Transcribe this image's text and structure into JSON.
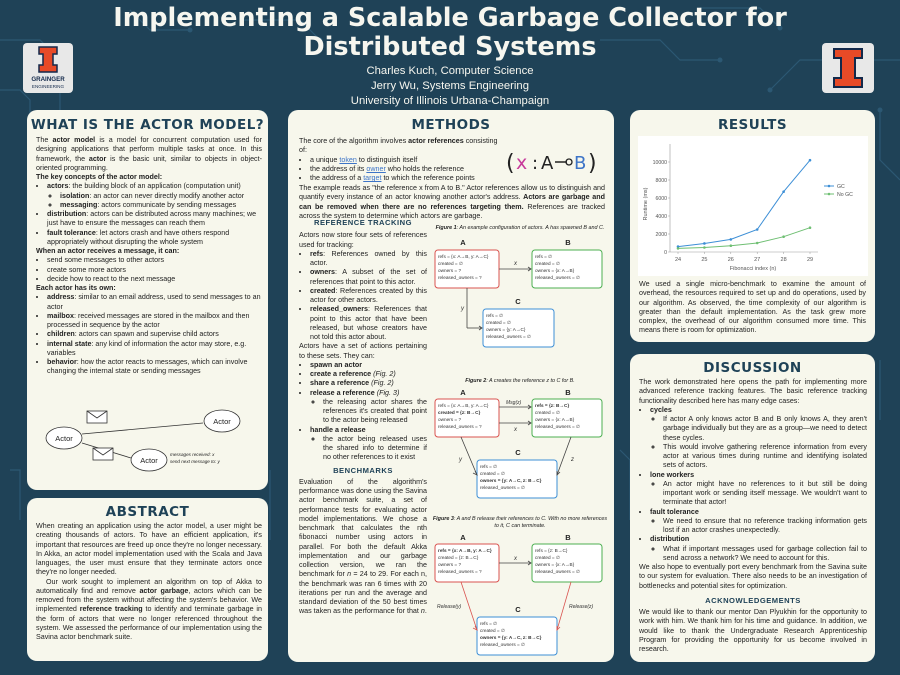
{
  "title": "Implementing a Scalable Garbage Collector for Distributed Systems",
  "authors": [
    "Charles Kuch, Computer Science",
    "Jerry Wu, Systems Engineering",
    "University of Illinois Urbana-Champaign"
  ],
  "logo_left_text": "GRAINGER\nENGINEERING",
  "actor_model": {
    "heading": "WHAT IS THE ACTOR MODEL?",
    "intro_pre": "The ",
    "intro_b1": "actor model",
    "intro_mid": " is a model for concurrent computation used for designing applications that perform multiple tasks at once. In this framework, the ",
    "intro_b2": "actor",
    "intro_post": " is the basic unit, similar to objects in object-oriented programming.",
    "key_concepts_label": "The key concepts of the actor model:",
    "concepts": [
      {
        "b": "actors",
        "t": ": the building block of an application (computation unit)"
      },
      {
        "b": "isolation",
        "t": ": an actor can never directly modify another actor",
        "sub": true
      },
      {
        "b": "messaging",
        "t": ": actors communicate by sending messages",
        "sub": true
      },
      {
        "b": "distribution",
        "t": ": actors can be distributed across many machines; we just have to ensure the messages can reach them"
      },
      {
        "b": "fault tolerance",
        "t": ": let actors crash and have others respond appropriately without disrupting the whole system"
      }
    ],
    "receives_label": "When an actor receives a message, it can:",
    "receives": [
      "send some messages to other actors",
      "create some more actors",
      "decide how to react to the next message"
    ],
    "owns_label": "Each actor has its own:",
    "owns": [
      {
        "b": "address",
        "t": ": similar to an email address, used to send messages to an actor"
      },
      {
        "b": "mailbox",
        "t": ": received messages are stored in the mailbox and then processed in sequence by the actor"
      },
      {
        "b": "children",
        "t": ": actors can spawn and supervise child actors"
      },
      {
        "b": "internal state",
        "t": ": any kind of information the actor may store, e.g. variables"
      },
      {
        "b": "behavior",
        "t": ": how the actor reacts to messages, which can involve changing the internal state or sending messages"
      }
    ],
    "diagram": {
      "actor_label": "Actor",
      "messages_received": "messages received: x",
      "next_message": "send next message to: y"
    }
  },
  "abstract": {
    "heading": "ABSTRACT",
    "p1": "When creating an application using the actor model, a user might be creating thousands of actors. To have an efficient application, it's important that resources are freed up once they're no longer necessary. In Akka, an actor model implementation used with the Scala and Java languages, the user must ensure that they terminate actors once they're no longer needed.",
    "p2_a": "Our work sought to implement an algorithm on top of Akka to automatically find and remove ",
    "p2_b1": "actor garbage",
    "p2_c": ", actors which can be removed from the system without affecting the system's behavior. We implemented ",
    "p2_b2": "reference tracking",
    "p2_d": " to identify and terminate garbage in the form of actors that were no longer referenced throughout the system. We assessed the performance of our implementation using the Savina actor benchmark suite."
  },
  "methods": {
    "heading": "METHODS",
    "intro_a": "The core of the algorithm involves ",
    "intro_b": "actor references",
    "intro_c": " consisting of:",
    "bullets": [
      {
        "pre": "a unique ",
        "link": "token",
        "post": " to distinguish itself"
      },
      {
        "pre": "the address of its ",
        "link": "owner",
        "post": " who holds the reference"
      },
      {
        "pre": "the address of a ",
        "link": "target",
        "post": " to which the reference points"
      }
    ],
    "formula": {
      "x": "x",
      "a": "A",
      "b": "B"
    },
    "example_text": "The example reads as \"the reference x from A to B.\" Actor references allow us to distinguish and quantify every instance of an actor knowing another actor's address. ",
    "example_bold": "Actors are garbage and can be removed when there are no references targeting them.",
    "example_tail": " References are tracked across the system to determine which actors are garbage.",
    "ref_tracking_heading": "REFERENCE TRACKING",
    "rt_intro": "Actors now store four sets of references used for tracking:",
    "rt_sets": [
      {
        "b": "refs",
        "t": ": References owned by this actor."
      },
      {
        "b": "owners",
        "t": ": A subset of the set of references that point to this actor."
      },
      {
        "b": "created",
        "t": ": References created by this actor for other actors."
      },
      {
        "b": "released_owners",
        "t": ": References that point to this actor that have been released, but whose creators have not told this actor about."
      }
    ],
    "ops_intro": "Actors have a set of actions pertaining to these sets. They can:",
    "ops": [
      {
        "b": "spawn an actor",
        "i": ""
      },
      {
        "b": "create a reference",
        "i": " (Fig. 2)"
      },
      {
        "b": "share a reference",
        "i": " (Fig. 2)"
      },
      {
        "b": "release a reference",
        "i": " (Fig. 3)"
      }
    ],
    "release_sub": "the releasing actor shares the references it's created that point to the actor being released",
    "handle_release": "handle a release",
    "handle_sub": "the actor being released uses the shared info to determine if no other references to it exist",
    "benchmarks_heading": "BENCHMARKS",
    "bench_a": "Evaluation of the algorithm's performance was done using the Savina actor benchmark suite, a set of performance tests for evaluating actor model implementations. We chose a benchmark that calculates the nth fibonacci number using actors in parallel. For both the default Akka implementation and our garbage collection version, we ran the benchmark for ",
    "bench_n": "n",
    "bench_b": " = 24 to 29. For each n, the benchmark was ran 6 times with 20 iterations per run  and the average and standard deviation of the 50 best times was taken as the performance for that ",
    "bench_n2": "n",
    "bench_end": ".",
    "fig1": {
      "cap_b": "Figure 1",
      "cap": ": An example configuration of actors. A has spawned B and C.",
      "A": "A",
      "B": "B",
      "C": "C",
      "boxA": [
        "refs = {x: A→B, y: A→C}",
        "created = ∅",
        "owners = ?",
        "released_owners = ?"
      ],
      "boxB": [
        "refs = ∅",
        "created = ∅",
        "owners = {x: A→B}",
        "released_owners = ∅"
      ],
      "boxC": [
        "refs = ∅",
        "created = ∅",
        "owners = {y: A→C}",
        "released_owners = ∅"
      ],
      "x": "x",
      "y": "y"
    },
    "fig2": {
      "cap_b": "Figure 2",
      "cap": ": A creates the reference z to C for B.",
      "A": "A",
      "B": "B",
      "C": "C",
      "boxA": [
        "refs = {x: A→B, y: A→C}",
        "created = {z: B→C}",
        "owners = ?",
        "released_owners = ?"
      ],
      "boxB": [
        "refs = {z: B→C}",
        "created = ∅",
        "owners = {x: A→B}",
        "released_owners = ∅"
      ],
      "boxC": [
        "refs = ∅",
        "created = ∅",
        "owners = {y: A→C, z: B→C}",
        "released_owners = ∅"
      ],
      "msg": "Msg(z)",
      "x": "x",
      "y": "y",
      "z": "z"
    },
    "fig3": {
      "cap_b": "Figure 3",
      "cap": ": A and B release their references to C. With no more references to it, C can terminate.",
      "A": "A",
      "B": "B",
      "C": "C",
      "boxA": [
        "refs = {x: A→B, y: A→C}",
        "created = {z: B→C}",
        "owners = ?",
        "released_owners = ?"
      ],
      "boxB": [
        "refs = {z: B→C}",
        "created = ∅",
        "owners = {x: A→B}",
        "released_owners = ∅"
      ],
      "boxC": [
        "refs = ∅",
        "created = ∅",
        "owners = {y: A→C, z: B→C}",
        "released_owners = ∅"
      ],
      "release_y": "Release(y)",
      "release_z": "Release(z)",
      "x": "x"
    }
  },
  "results": {
    "heading": "RESULTS",
    "text": "We used a single micro-benchmark to examine the amount of overhead, the resources required to set up and do operations, used by our algorithm. As observed, the time complexity of our algorithm is greater than the default implementation. As the task grew more complex, the overhead of our algorithm consumed more time. This means there is room for optimization."
  },
  "chart_data": {
    "type": "line",
    "x": [
      24,
      25,
      26,
      27,
      28,
      29
    ],
    "xlabel": "Fibonacci index (n)",
    "ylabel": "Runtime (ms)",
    "ylim": [
      0,
      12000
    ],
    "yticks": [
      0,
      2000,
      4000,
      6000,
      8000,
      10000
    ],
    "series": [
      {
        "name": "GC",
        "color": "#3d8fd6",
        "values": [
          600,
          950,
          1400,
          2500,
          6700,
          10200
        ]
      },
      {
        "name": "No GC",
        "color": "#6fbf73",
        "values": [
          400,
          500,
          700,
          1000,
          1700,
          2700
        ]
      }
    ],
    "legend": "right",
    "grid": false
  },
  "discussion": {
    "heading": "DISCUSSION",
    "intro": "The work demonstrated here opens the path for implementing more advanced reference tracking features. The basic reference tracking functionality described here has many edge cases:",
    "cases": [
      {
        "b": "cycles",
        "subs": [
          "If actor A only knows actor B and B only knows A, they aren't garbage individually but they are as a group—we need to detect these cycles.",
          "This would involve gathering reference information from every actor at various times during runtime and identifying isolated sets of actors."
        ]
      },
      {
        "b": "lone workers",
        "subs": [
          "An actor might have no references to it but still be doing important work or sending itself message. We wouldn't want to terminate that actor!"
        ]
      },
      {
        "b": "fault tolerance",
        "subs": [
          "We need to ensure that no reference tracking information gets lost if an actor crashes unexpectedly."
        ]
      },
      {
        "b": "distribution",
        "subs": [
          "What if important messages used for garbage collection fail to send across a network? We need to account for this."
        ]
      }
    ],
    "outro": "We also hope to eventually port every benchmark from the Savina suite to our system for evaluation. There also needs to be an investigation of bottlenecks and potential sites for optimization.",
    "ack_heading": "ACKNOWLEDGEMENTS",
    "ack": "We would like to thank our mentor Dan Plyukhin for the opportunity to work with him. We thank him for his time and guidance. In addition, we would like to thank the Undergraduate Research Apprenticeship Program for providing the opportunity for us become involved in research."
  }
}
